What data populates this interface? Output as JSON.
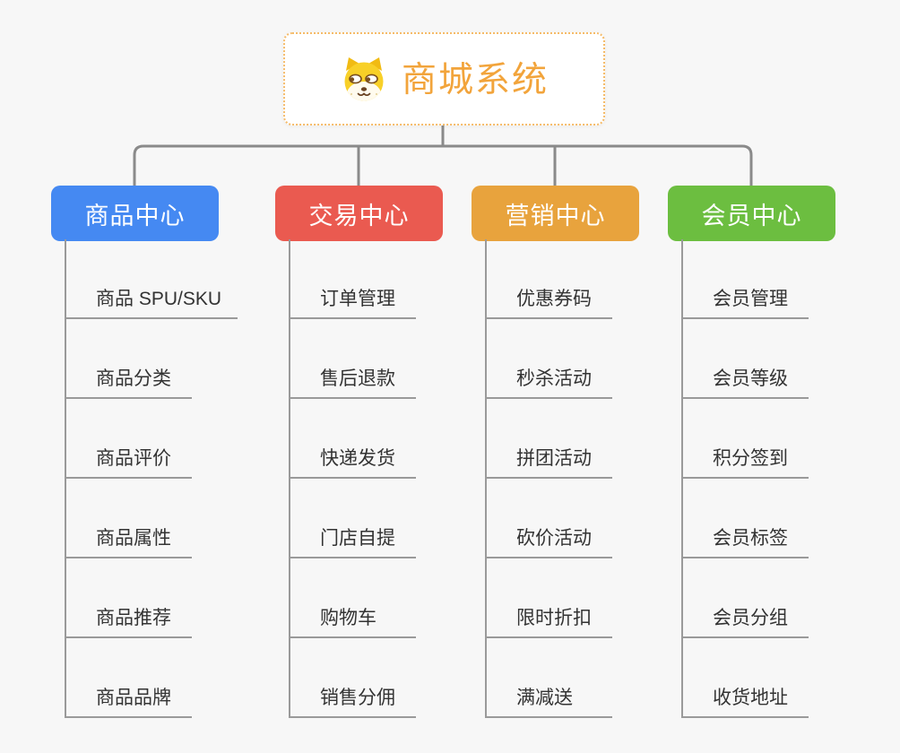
{
  "colors": {
    "background": "#f7f7f7",
    "connector_line": "#8a8a8a",
    "child_line": "#9a9a9a",
    "child_text": "#333333",
    "root_border": "#f5bb69"
  },
  "root": {
    "label": "商城系统",
    "accent": "#f2a43b",
    "icon": "dog-face-icon"
  },
  "branches": [
    {
      "label": "商品中心",
      "color": "#4589f2",
      "children": [
        "商品 SPU/SKU",
        "商品分类",
        "商品评价",
        "商品属性",
        "商品推荐",
        "商品品牌"
      ]
    },
    {
      "label": "交易中心",
      "color": "#ea5a50",
      "children": [
        "订单管理",
        "售后退款",
        "快递发货",
        "门店自提",
        "购物车",
        "销售分佣"
      ]
    },
    {
      "label": "营销中心",
      "color": "#e8a33d",
      "children": [
        "优惠券码",
        "秒杀活动",
        "拼团活动",
        "砍价活动",
        "限时折扣",
        "满减送"
      ]
    },
    {
      "label": "会员中心",
      "color": "#6cbe40",
      "children": [
        "会员管理",
        "会员等级",
        "积分签到",
        "会员标签",
        "会员分组",
        "收货地址"
      ]
    }
  ]
}
